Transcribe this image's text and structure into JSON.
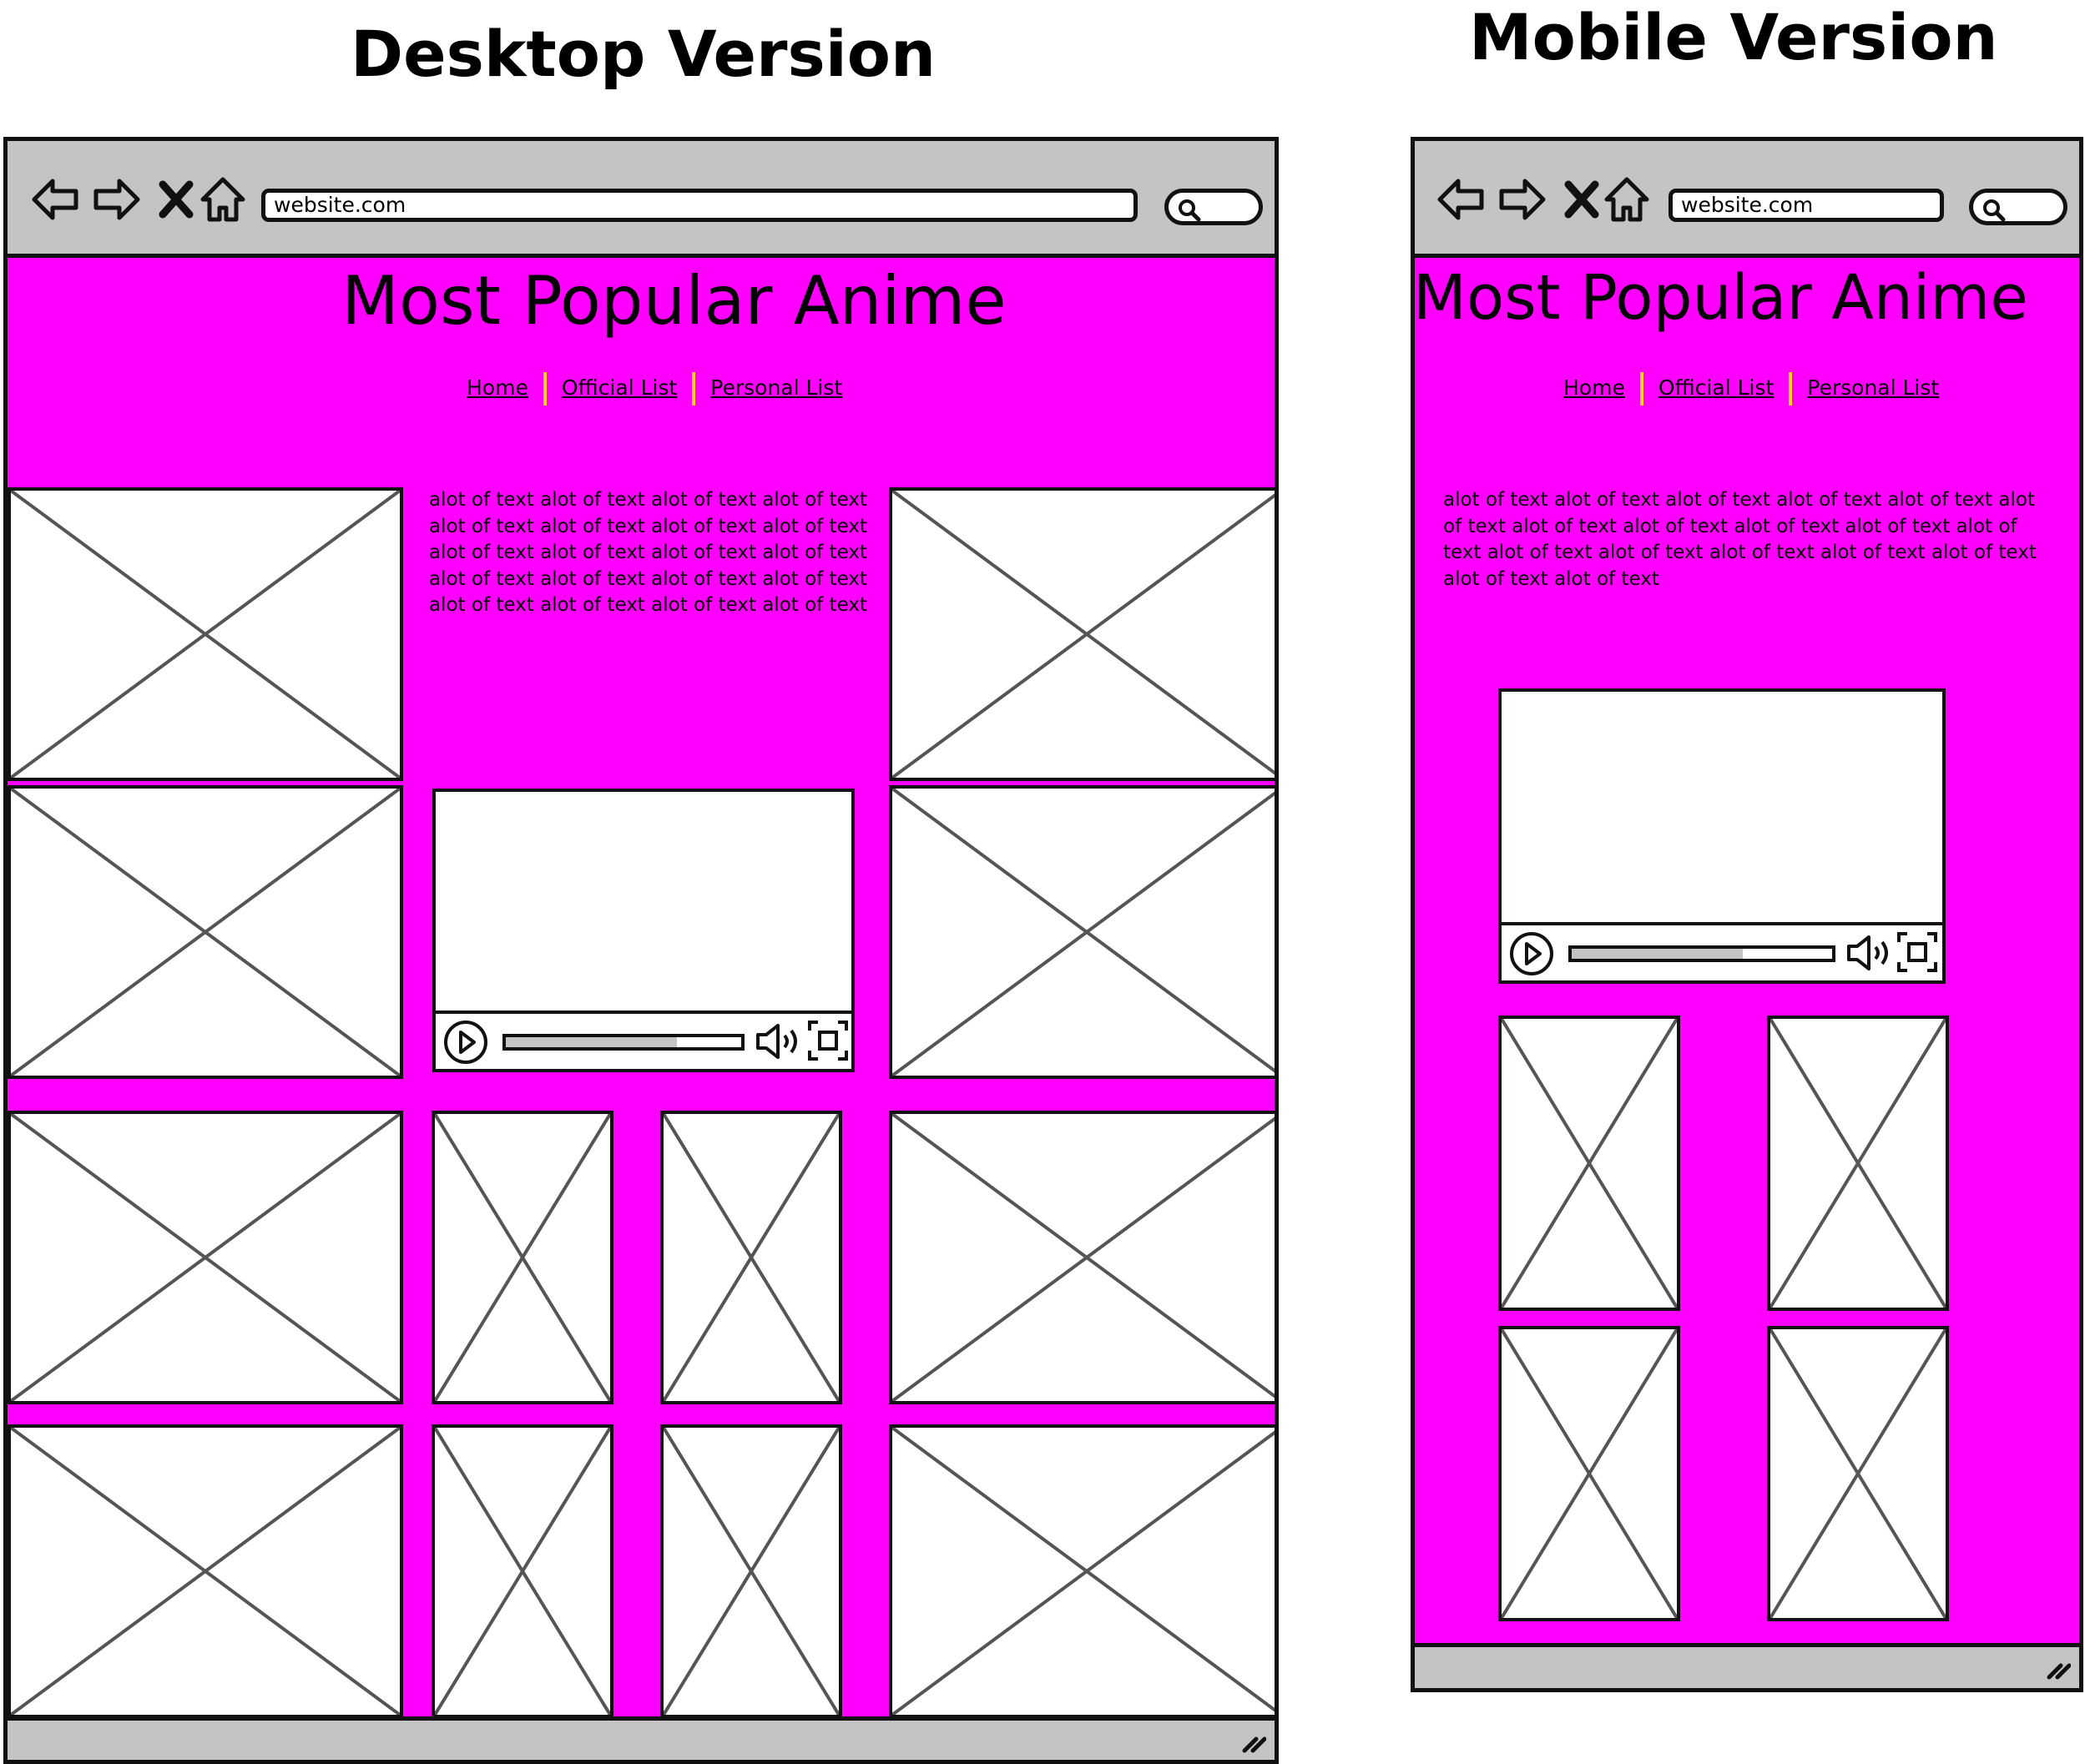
{
  "labels": {
    "desktop": "Desktop Version",
    "mobile": "Mobile Version"
  },
  "browser": {
    "url": "website.com"
  },
  "page": {
    "title": "Most Popular Anime",
    "nav": [
      "Home",
      "Official List",
      "Personal List"
    ]
  },
  "desktop": {
    "paragraph": "alot of text alot of text alot of text alot of text alot of text alot of text alot of text alot of text alot of text alot of text alot of text alot of text alot of text alot of text alot of text alot of text alot of text alot of text alot of text alot of text"
  },
  "mobile": {
    "paragraph": "alot of text alot of text alot of text alot of text alot of text alot of text alot of text alot of text alot of text alot of text alot of text alot of text alot of text alot of text alot of text alot of text alot of text alot of text"
  },
  "colors": {
    "background": "#ff00ff",
    "chrome": "#c4c4c4",
    "separator": "#ffd11a"
  }
}
